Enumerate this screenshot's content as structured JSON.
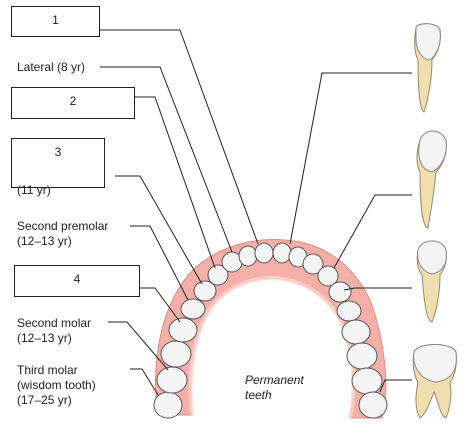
{
  "boxes": [
    {
      "number": "1"
    },
    {
      "number": "2"
    },
    {
      "number": "3"
    },
    {
      "number": "4"
    }
  ],
  "labels": {
    "lateral": "Lateral (8 yr)",
    "partial_hidden": "(11 yr)",
    "second_premolar_name": "Second premolar",
    "second_premolar_age": "(12–13 yr)",
    "second_molar_name": "Second molar",
    "second_molar_age": "(12–13 yr)",
    "third_molar_name": "Third molar",
    "third_molar_alt": "(wisdom tooth)",
    "third_molar_age": "(17–25 yr)"
  },
  "caption": {
    "line1": "Permanent",
    "line2": "teeth"
  },
  "colors": {
    "gum": "#f4b0a8",
    "gum_inner": "#fbd6cf",
    "enamel": "#f4f4f4",
    "root": "#f0ddb0",
    "line": "#222222"
  }
}
